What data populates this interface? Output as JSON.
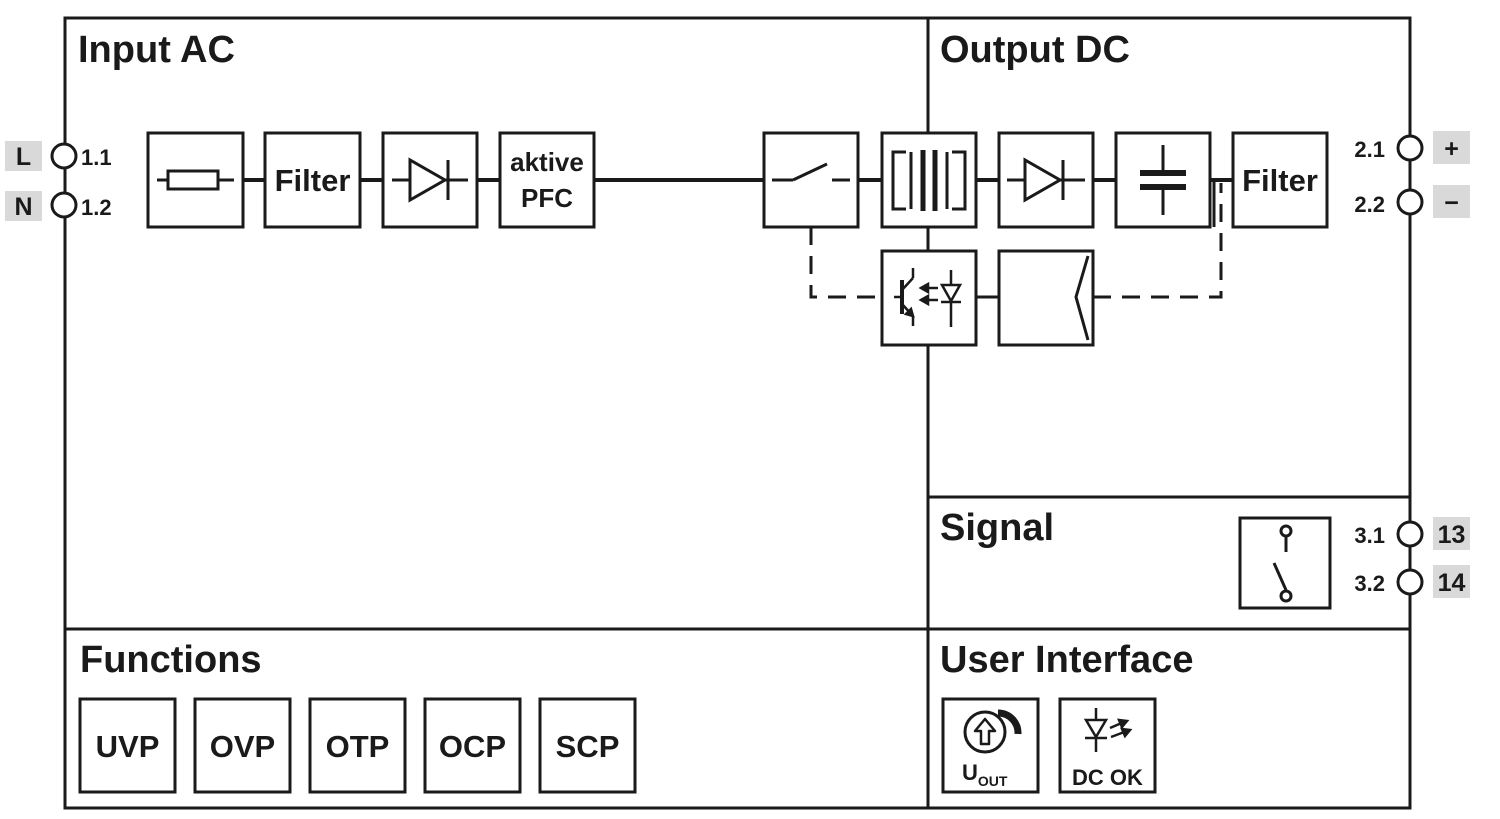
{
  "sections": {
    "input_ac": "Input AC",
    "output_dc": "Output DC",
    "signal": "Signal",
    "functions": "Functions",
    "user_interface": "User Interface"
  },
  "input_terminals": [
    {
      "label": "L",
      "pin": "1.1"
    },
    {
      "label": "N",
      "pin": "1.2"
    }
  ],
  "output_terminals": [
    {
      "label": "+",
      "pin": "2.1"
    },
    {
      "label": "−",
      "pin": "2.2"
    }
  ],
  "signal_terminals": [
    {
      "label": "13",
      "pin": "3.1"
    },
    {
      "label": "14",
      "pin": "3.2"
    }
  ],
  "blocks": {
    "input_filter": "Filter",
    "pfc_line1": "aktive",
    "pfc_line2": "PFC",
    "output_filter": "Filter"
  },
  "functions": [
    "UVP",
    "OVP",
    "OTP",
    "OCP",
    "SCP"
  ],
  "user_interface": {
    "uout_main": "U",
    "uout_sub": "OUT",
    "dc_ok": "DC OK"
  },
  "colors": {
    "line": "#1a1a1a",
    "terminal_tag_fill": "#d9d9d9",
    "background": "#ffffff"
  }
}
